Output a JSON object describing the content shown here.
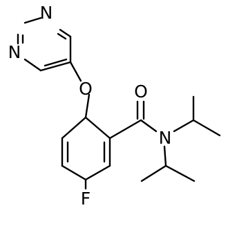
{
  "molecule": {
    "atoms": {
      "n_top": "N",
      "n_left": "N",
      "o_ether": "O",
      "o_carbonyl": "O",
      "n_amide": "N",
      "f": "F"
    }
  },
  "colors": {
    "bond": "#000000",
    "label": "#000000",
    "background": "#ffffff"
  }
}
